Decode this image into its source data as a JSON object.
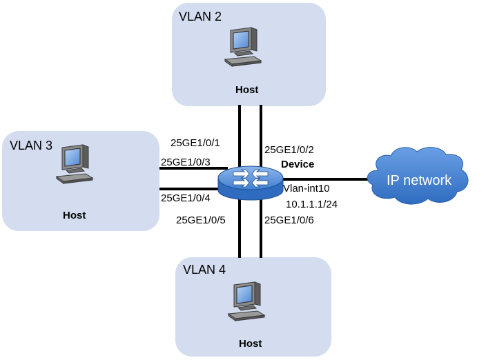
{
  "vlans": {
    "vlan2": {
      "label": "VLAN 2",
      "host_label": "Host"
    },
    "vlan3": {
      "label": "VLAN 3",
      "host_label": "Host"
    },
    "vlan4": {
      "label": "VLAN 4",
      "host_label": "Host"
    }
  },
  "device": {
    "label": "Device",
    "interface": "Vlan-int10",
    "ip": "10.1.1.1/24"
  },
  "ports": {
    "p1": "25GE1/0/1",
    "p2": "25GE1/0/2",
    "p3": "25GE1/0/3",
    "p4": "25GE1/0/4",
    "p5": "25GE1/0/5",
    "p6": "25GE1/0/6"
  },
  "cloud": {
    "label": "IP network"
  },
  "colors": {
    "vlan_fill": "#d4dcf0",
    "switch_fill": "#3f7fd1",
    "cloud_fill": "#3f7fd1",
    "link": "#000000"
  }
}
